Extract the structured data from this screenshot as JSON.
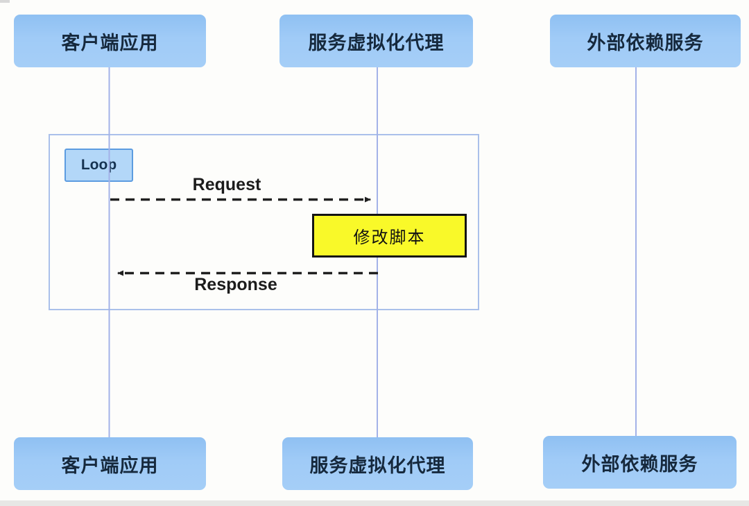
{
  "diagram": {
    "type": "uml-sequence",
    "actors": [
      {
        "name": "客户端应用"
      },
      {
        "name": "服务虚拟化代理"
      },
      {
        "name": "外部依赖服务"
      }
    ],
    "loop": {
      "label": "Loop"
    },
    "messages": [
      {
        "label": "Request",
        "from": "客户端应用",
        "to": "服务虚拟化代理",
        "line_style": "dashed",
        "direction": "right"
      },
      {
        "label": "Response",
        "from": "服务虚拟化代理",
        "to": "客户端应用",
        "line_style": "dashed",
        "direction": "left"
      }
    ],
    "note": {
      "text": "修改脚本"
    },
    "colors": {
      "actor_fill": "#9fcaf7",
      "actor_text": "#16293d",
      "lifeline": "#a3b2e8",
      "loop_border": "#aac0ea",
      "loop_label_fill": "#b3d7f8",
      "loop_label_border": "#5c9ce0",
      "arrow": "#202020",
      "note_fill": "#f9f929",
      "note_border": "#141414",
      "background": "#fdfdfb"
    }
  }
}
